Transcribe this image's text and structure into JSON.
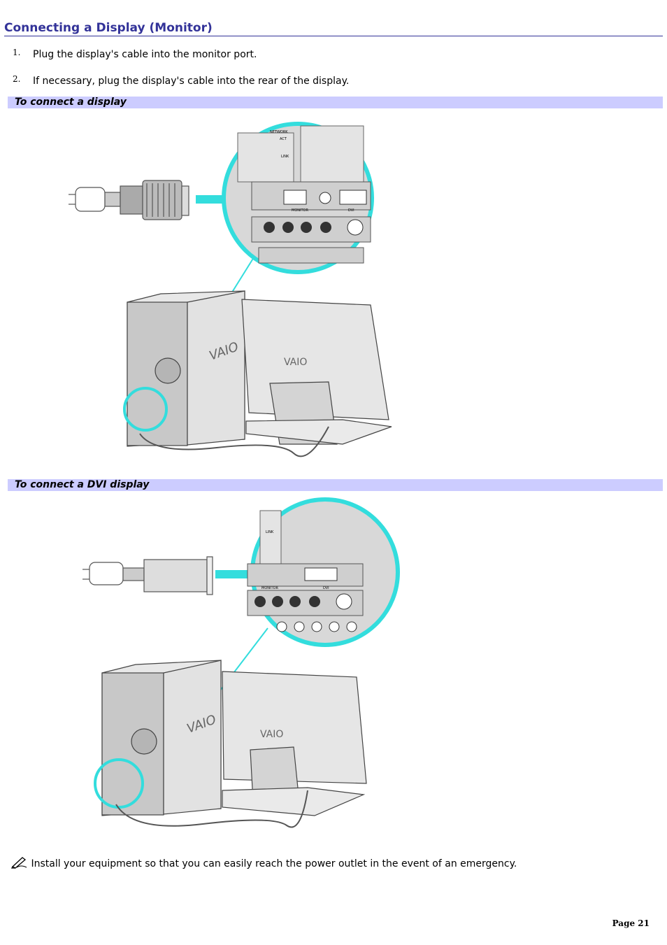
{
  "title": "Connecting a Display (Monitor)",
  "steps": [
    {
      "num": "1.",
      "text": "Plug the display's cable into the monitor port."
    },
    {
      "num": "2.",
      "text": "If necessary, plug the display's cable into the rear of the display."
    }
  ],
  "sections": [
    {
      "heading": "To connect a display",
      "port_labels": [
        "NETWORK",
        "ACT",
        "LINK",
        "MONITOR",
        "DVI"
      ]
    },
    {
      "heading": "To connect a DVI display",
      "port_labels": [
        "LINK",
        "MONITOR",
        "DVI"
      ]
    }
  ],
  "note": {
    "icon": "note-pencil-icon",
    "text": "Install your equipment so that you can easily reach the power outlet in the event of an emergency."
  },
  "footer": {
    "page": "Page 21"
  },
  "colors": {
    "title": "#333399",
    "section_bar": "#ccccff",
    "highlight": "#33dddd"
  }
}
